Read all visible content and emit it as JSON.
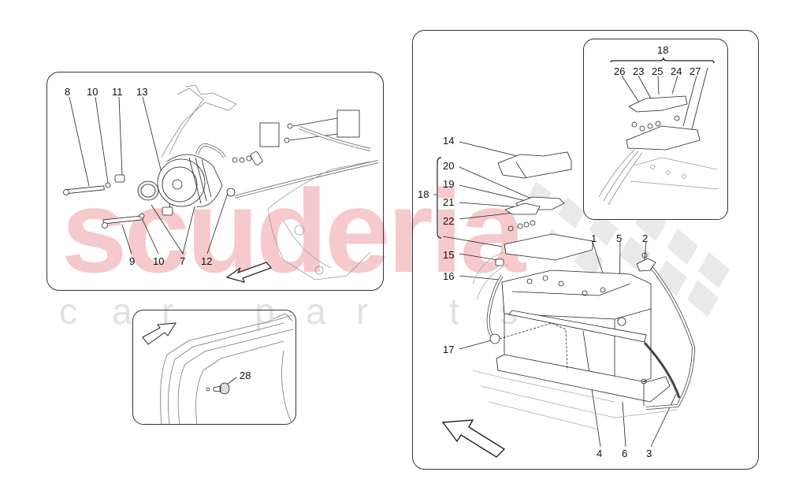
{
  "watermark": {
    "brand": "scuderia",
    "tagline_letters": [
      "c",
      "a",
      "r",
      "p",
      "a",
      "r",
      "t",
      "s"
    ],
    "brand_color": "#f6c9cc",
    "tagline_color": "#e2e2e2"
  },
  "panels": {
    "alternator": {
      "title": "alternator-assembly",
      "callouts": [
        {
          "id": "8",
          "label": "8"
        },
        {
          "id": "10a",
          "label": "10"
        },
        {
          "id": "11",
          "label": "11"
        },
        {
          "id": "13",
          "label": "13"
        },
        {
          "id": "9",
          "label": "9"
        },
        {
          "id": "10b",
          "label": "10"
        },
        {
          "id": "7",
          "label": "7"
        },
        {
          "id": "12",
          "label": "12"
        }
      ]
    },
    "socket": {
      "title": "socket-detail",
      "callouts": [
        {
          "id": "28",
          "label": "28"
        }
      ]
    },
    "battery": {
      "title": "battery-assembly",
      "callouts": [
        {
          "id": "14",
          "label": "14"
        },
        {
          "id": "20",
          "label": "20"
        },
        {
          "id": "19",
          "label": "19"
        },
        {
          "id": "18",
          "label": "18"
        },
        {
          "id": "21",
          "label": "21"
        },
        {
          "id": "22",
          "label": "22"
        },
        {
          "id": "15",
          "label": "15"
        },
        {
          "id": "16",
          "label": "16"
        },
        {
          "id": "17",
          "label": "17"
        },
        {
          "id": "1",
          "label": "1"
        },
        {
          "id": "5",
          "label": "5"
        },
        {
          "id": "2",
          "label": "2"
        },
        {
          "id": "4",
          "label": "4"
        },
        {
          "id": "6",
          "label": "6"
        },
        {
          "id": "3",
          "label": "3"
        }
      ]
    },
    "fusebox_inset": {
      "title": "fuse-box-inset",
      "group_label": "18",
      "callouts": [
        {
          "id": "26",
          "label": "26"
        },
        {
          "id": "23",
          "label": "23"
        },
        {
          "id": "25",
          "label": "25"
        },
        {
          "id": "24",
          "label": "24"
        },
        {
          "id": "27",
          "label": "27"
        }
      ]
    }
  }
}
